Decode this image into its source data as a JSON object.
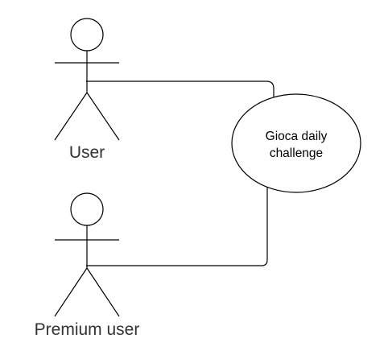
{
  "diagram": {
    "type": "use-case",
    "actors": [
      {
        "id": "user",
        "label": "User"
      },
      {
        "id": "premium_user",
        "label": "Premium user"
      }
    ],
    "use_cases": [
      {
        "id": "daily_challenge",
        "label_lines": [
          "Gioca daily",
          "challenge"
        ]
      }
    ],
    "associations": [
      {
        "from": "user",
        "to": "daily_challenge"
      },
      {
        "from": "premium_user",
        "to": "daily_challenge"
      }
    ],
    "colors": {
      "stroke": "#000000",
      "actor_label": "#333333",
      "background": "#ffffff"
    }
  }
}
